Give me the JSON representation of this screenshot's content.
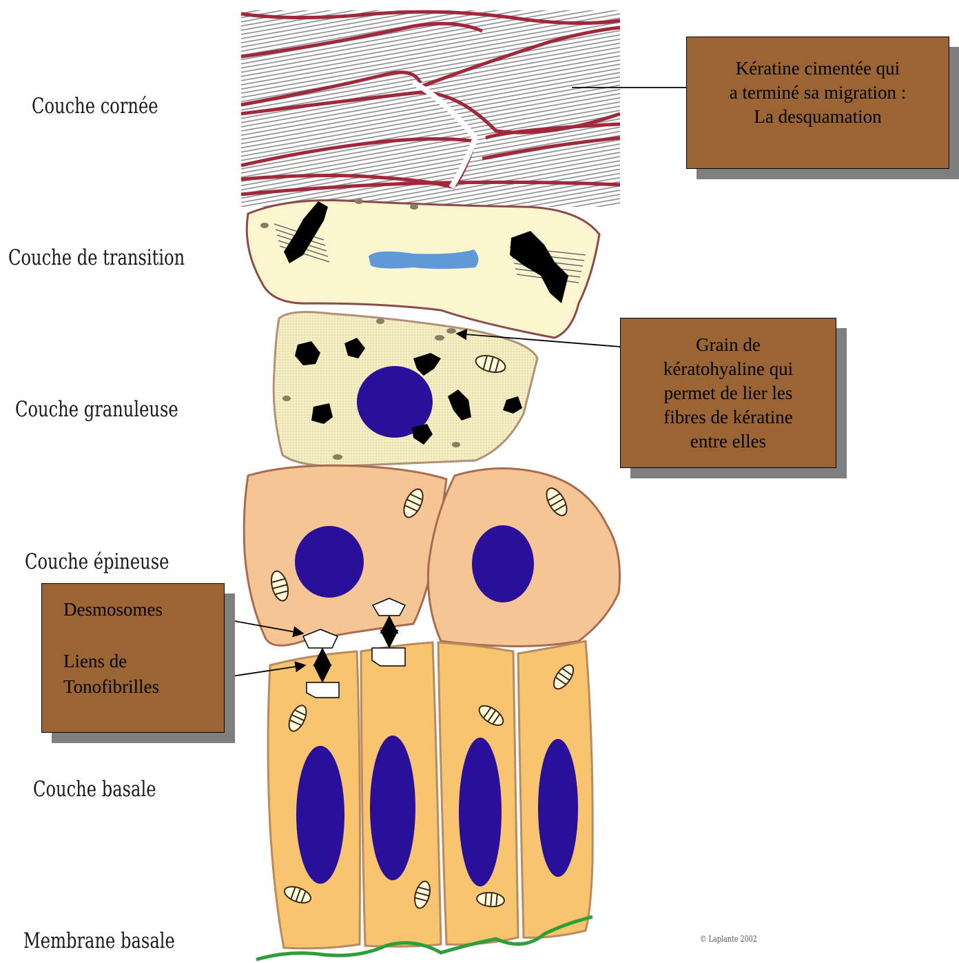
{
  "layers": [
    {
      "id": "cornee",
      "label": "Couche cornée"
    },
    {
      "id": "transition",
      "label": "Couche de transition"
    },
    {
      "id": "granuleuse",
      "label": "Couche granuleuse"
    },
    {
      "id": "epineuse",
      "label": "Couche épineuse"
    },
    {
      "id": "basale",
      "label": "Couche basale"
    },
    {
      "id": "membrane",
      "label": "Membrane basale"
    }
  ],
  "callouts": {
    "keratine": {
      "lines": [
        "Kératine cimentée  qui",
        "a terminé sa migration :",
        "La desquamation"
      ]
    },
    "grain": {
      "lines": [
        "Grain de",
        "kératohyaline qui",
        "permet de lier les",
        "fibres de kératine",
        "entre elles"
      ]
    },
    "desmosomes": {
      "label": "Desmosomes"
    },
    "liens": {
      "lines": [
        "Liens de",
        "Tonofibrilles"
      ]
    }
  },
  "copyright": "© Laplante 2002",
  "colors": {
    "callout_fill": "#9a6434",
    "callout_shadow": "#7f7f7f",
    "corneous_border": "#a0283a",
    "transition_fill": "#fbf6d0",
    "granular_fill": "#f6efc4",
    "spinous_fill": "#f6c596",
    "basal_fill": "#f8c470",
    "nucleus": "#2a0f9a",
    "transition_nucleus": "#5e9bd6",
    "membrane": "#2e9e3a"
  }
}
